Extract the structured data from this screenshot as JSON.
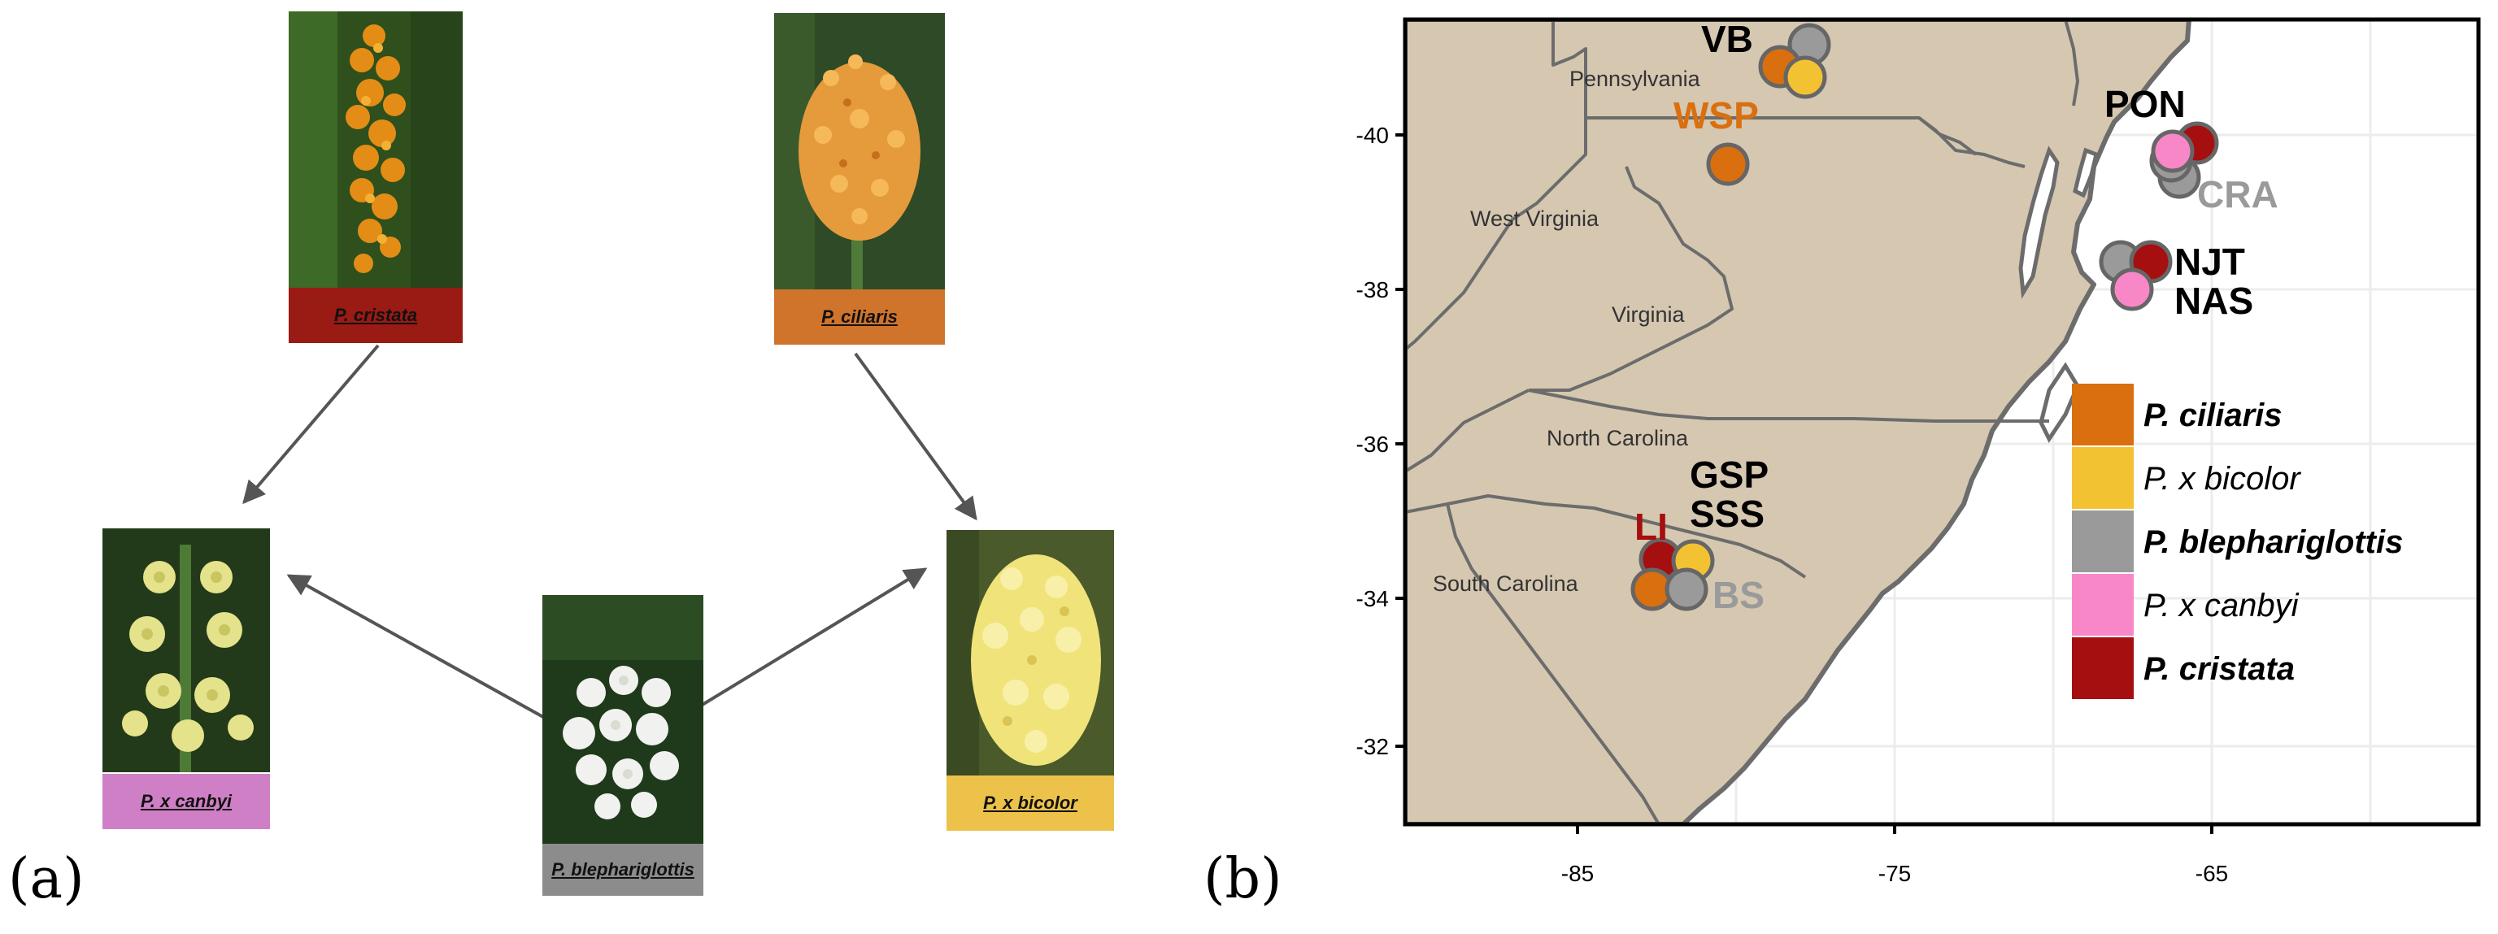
{
  "panel_a": {
    "label": "(a)",
    "taxa": [
      {
        "id": "cristata",
        "name": "P. cristata",
        "color": "#9a1a14"
      },
      {
        "id": "ciliaris",
        "name": "P. ciliaris",
        "color": "#d0742c"
      },
      {
        "id": "canbyi",
        "name": "P. x canbyi",
        "color": "#cf7fc6"
      },
      {
        "id": "blephariglottis",
        "name": "P. blephariglottis",
        "color": "#8c8c8c"
      },
      {
        "id": "bicolor",
        "name": "P. x bicolor",
        "color": "#ecc24a"
      }
    ]
  },
  "panel_b": {
    "label": "(b)",
    "axes": {
      "x_ticks": [
        "-85",
        "-75",
        "-65"
      ],
      "y_ticks": [
        "-40",
        "-38",
        "-36",
        "-34",
        "-32"
      ]
    },
    "states": [
      "Pennsylvania",
      "West Virginia",
      "Virginia",
      "North Carolina",
      "South Carolina"
    ],
    "sites": {
      "VB": {
        "label": "VB",
        "color": "#000000"
      },
      "WSP": {
        "label": "WSP",
        "color": "#d96f0f"
      },
      "PON": {
        "label": "PON",
        "color": "#000000"
      },
      "CRA": {
        "label": "CRA",
        "color": "#9a9a9a"
      },
      "NJT": {
        "label": "NJT",
        "color": "#000000"
      },
      "NAS": {
        "label": "NAS",
        "color": "#000000"
      },
      "GSP": {
        "label": "GSP",
        "color": "#000000"
      },
      "SSS": {
        "label": "SSS",
        "color": "#000000"
      },
      "LI": {
        "label": "LI",
        "color": "#a50f0f"
      },
      "BS": {
        "label": "BS",
        "color": "#9a9a9a"
      }
    },
    "legend": [
      {
        "label": "P. ciliaris",
        "color": "#d96f0f",
        "bold": true
      },
      {
        "label": "P. x bicolor",
        "color": "#f2c232",
        "bold": false
      },
      {
        "label": "P. blephariglottis",
        "color": "#9a9a9a",
        "bold": true
      },
      {
        "label": "P. x canbyi",
        "color": "#f887c8",
        "bold": false
      },
      {
        "label": "P. cristata",
        "color": "#a50f0f",
        "bold": true
      }
    ]
  }
}
